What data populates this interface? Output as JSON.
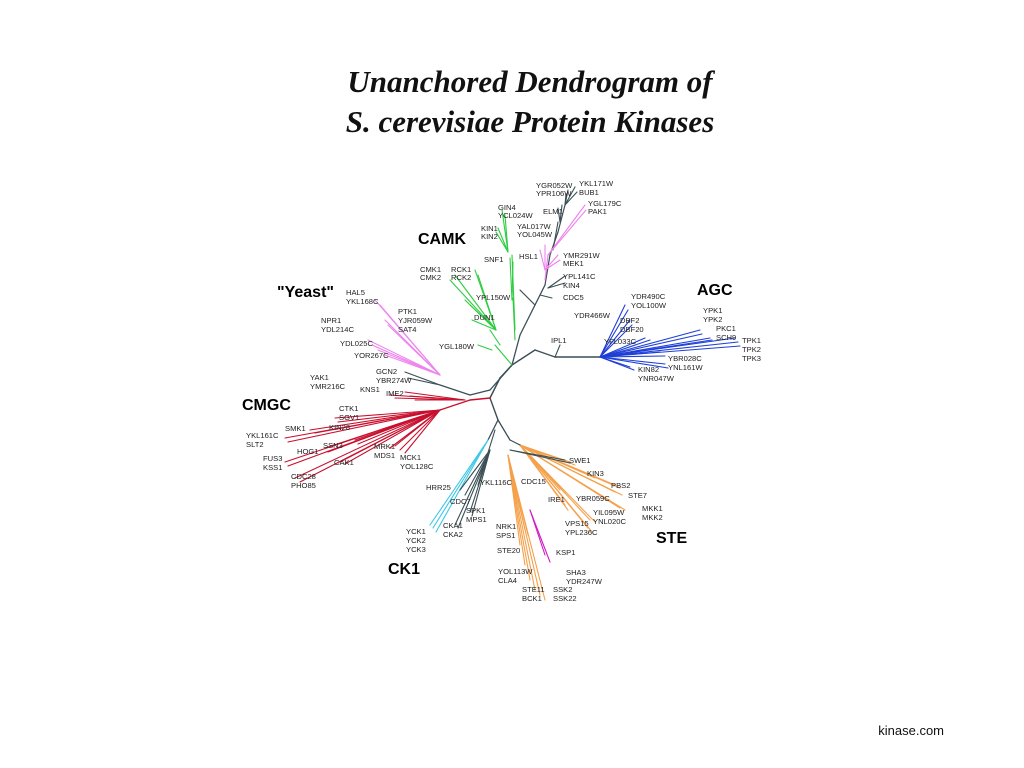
{
  "title": {
    "line1": "Unanchored Dendrogram of",
    "line2": "S. cerevisiae Protein Kinases"
  },
  "footer": "kinase.com",
  "groups": [
    {
      "id": "camk",
      "label": "CAMK",
      "color": "#2ecc40"
    },
    {
      "id": "yeast",
      "label": "\"Yeast\"",
      "color": "#ee82ee"
    },
    {
      "id": "agc",
      "label": "AGC",
      "color": "#1f3fd6"
    },
    {
      "id": "cmgc",
      "label": "CMGC",
      "color": "#c8102e"
    },
    {
      "id": "ste",
      "label": "STE",
      "color": "#f5a04a"
    },
    {
      "id": "ck1",
      "label": "CK1",
      "color": "#3cc8e6"
    },
    {
      "id": "other",
      "label": "",
      "color": "#3a4f56"
    }
  ],
  "leaves": [
    "YGR052W",
    "YPR106W",
    "YKL171W",
    "BUB1",
    "GIN4",
    "YCL024W",
    "ELM1",
    "YGL179C",
    "PAK1",
    "KIN1",
    "KIN2",
    "YAL017W",
    "YOL045W",
    "SNF1",
    "HSL1",
    "YMR291W",
    "MEK1",
    "CMK1",
    "CMK2",
    "RCK1",
    "RCK2",
    "YPL141C",
    "KIN4",
    "HAL5",
    "YKL168C",
    "CDC5",
    "YPL150W",
    "YDR490C",
    "YOL100W",
    "PTK1",
    "YJR059W",
    "SAT4",
    "NPR1",
    "YDL214C",
    "DUN1",
    "YDR466W",
    "DBF2",
    "DBF20",
    "YPK1",
    "YPK2",
    "PKC1",
    "SCH9",
    "TPK1",
    "TPK2",
    "TPK3",
    "YDL025C",
    "YOR267C",
    "YGL180W",
    "IPL1",
    "YFL033C",
    "YBR028C",
    "YNL161W",
    "KIN82",
    "YNR047W",
    "GCN2",
    "YBR274W",
    "YAK1",
    "YMR216C",
    "KNS1",
    "IME2",
    "CTK1",
    "SGV1",
    "SMK1",
    "KIN28",
    "YKL161C",
    "SLT2",
    "SSN3",
    "HOG1",
    "FUS3",
    "KSS1",
    "CAK1",
    "MRK1",
    "MDS1",
    "MCK1",
    "YOL128C",
    "CDC28",
    "PHO85",
    "SWE1",
    "KIN3",
    "PBS2",
    "STE7",
    "CDC15",
    "YKL116C",
    "HRR25",
    "IRE1",
    "YBR059C",
    "YIL095W",
    "YNL020C",
    "MKK1",
    "MKK2",
    "CDC7",
    "SPK1",
    "MPS1",
    "CKA1",
    "CKA2",
    "VPS15",
    "YPL236C",
    "YCK1",
    "YCK2",
    "YCK3",
    "NRK1",
    "SPS1",
    "STE20",
    "KSP1",
    "YOL113W",
    "CLA4",
    "SHA3",
    "YDR247W",
    "STE11",
    "BCK1",
    "SSK2",
    "SSK22"
  ]
}
